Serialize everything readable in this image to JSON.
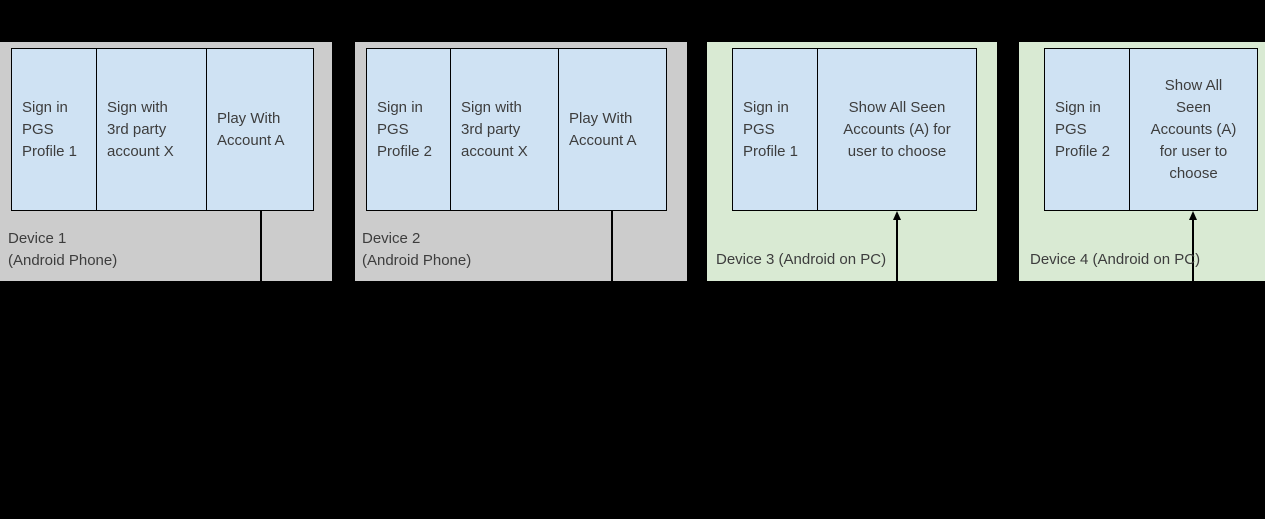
{
  "colors": {
    "page_background": "#000000",
    "android_phone_box": "#cccccc",
    "android_pc_box": "#d9ead3",
    "step_cell": "#cfe2f3",
    "border_and_lines": "#000000",
    "text": "#3d3d3d"
  },
  "devices": [
    {
      "label": "Device 1\n(Android Phone)",
      "type": "android-phone",
      "cells": [
        {
          "text": "Sign in\nPGS\nProfile 1"
        },
        {
          "text": "Sign with\n3rd party\naccount X"
        },
        {
          "text": "Play With\nAccount A"
        }
      ],
      "connector": "line-down-from-play-cell"
    },
    {
      "label": "Device 2\n(Android Phone)",
      "type": "android-phone",
      "cells": [
        {
          "text": "Sign in\nPGS\nProfile 2"
        },
        {
          "text": "Sign with\n3rd party\naccount X"
        },
        {
          "text": "Play With\nAccount A"
        }
      ],
      "connector": "line-down-from-play-cell"
    },
    {
      "label": "Device 3 (Android on PC)",
      "type": "android-on-pc",
      "cells": [
        {
          "text": "Sign in\nPGS\nProfile 1"
        },
        {
          "text": "Show All Seen\nAccounts (A) for\nuser to choose"
        }
      ],
      "connector": "arrow-up-into-show-accounts-cell"
    },
    {
      "label": "Device 4 (Android on PC)",
      "type": "android-on-pc",
      "cells": [
        {
          "text": "Sign in\nPGS\nProfile 2"
        },
        {
          "text": "Show All\nSeen\nAccounts (A)\nfor user to\nchoose"
        }
      ],
      "connector": "arrow-up-into-show-accounts-cell"
    }
  ]
}
